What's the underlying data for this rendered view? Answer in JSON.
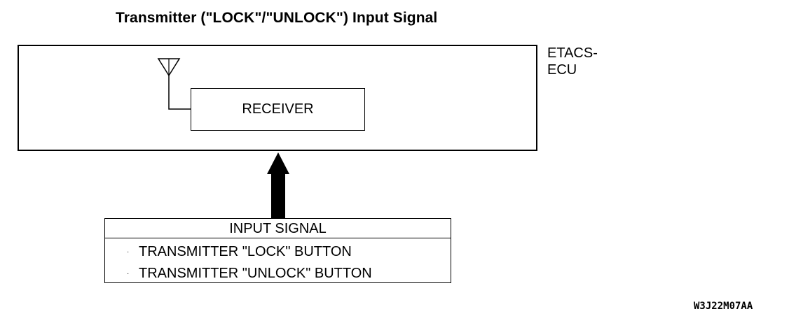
{
  "title": "Transmitter (\"LOCK\"/\"UNLOCK\") Input Signal",
  "ecu": {
    "label_line1": "ETACS-",
    "label_line2": "ECU",
    "receiver_label": "RECEIVER",
    "antenna_icon": "antenna-icon"
  },
  "input_signal": {
    "header": "INPUT SIGNAL",
    "bullet": "·",
    "items": [
      "TRANSMITTER \"LOCK\" BUTTON",
      "TRANSMITTER \"UNLOCK\" BUTTON"
    ]
  },
  "arrow": {
    "direction": "up",
    "color": "#000000"
  },
  "figure_code": "W3J22M07AA"
}
